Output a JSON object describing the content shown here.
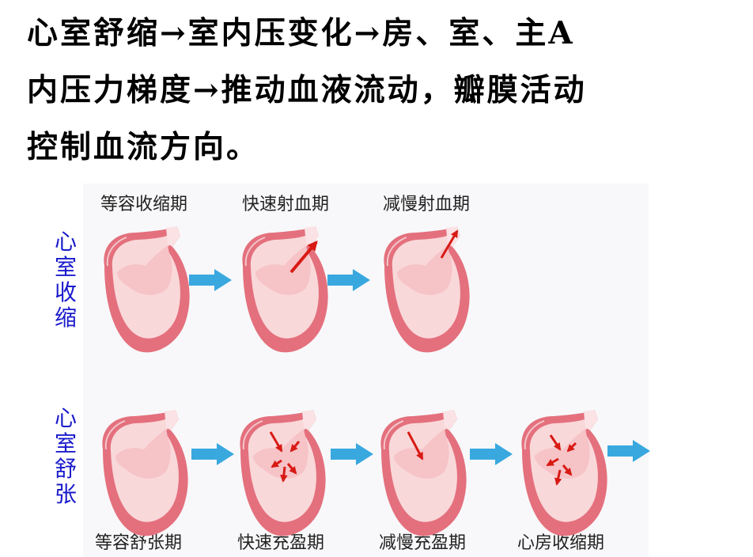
{
  "heading": {
    "lines": [
      "心室舒缩→室内压变化→房、室、主A",
      "内压力梯度→推动血液流动，瓣膜活动",
      "控制血流方向。"
    ]
  },
  "systole": {
    "label_chars": [
      "心",
      "室",
      "收",
      "缩"
    ],
    "stages": [
      "等容收缩期",
      "快速射血期",
      "减慢射血期"
    ]
  },
  "diastole": {
    "label_chars": [
      "心",
      "室",
      "舒",
      "张"
    ],
    "stages": [
      "等容舒张期",
      "快速充盈期",
      "减慢充盈期",
      "心房收缩期"
    ]
  },
  "colors": {
    "row_label": "#1a1acc",
    "arrow": "#39a8df",
    "blood_arrow": "#d81a14",
    "heart_outer": "#e4707d",
    "heart_inner": "#f7c8cc"
  }
}
